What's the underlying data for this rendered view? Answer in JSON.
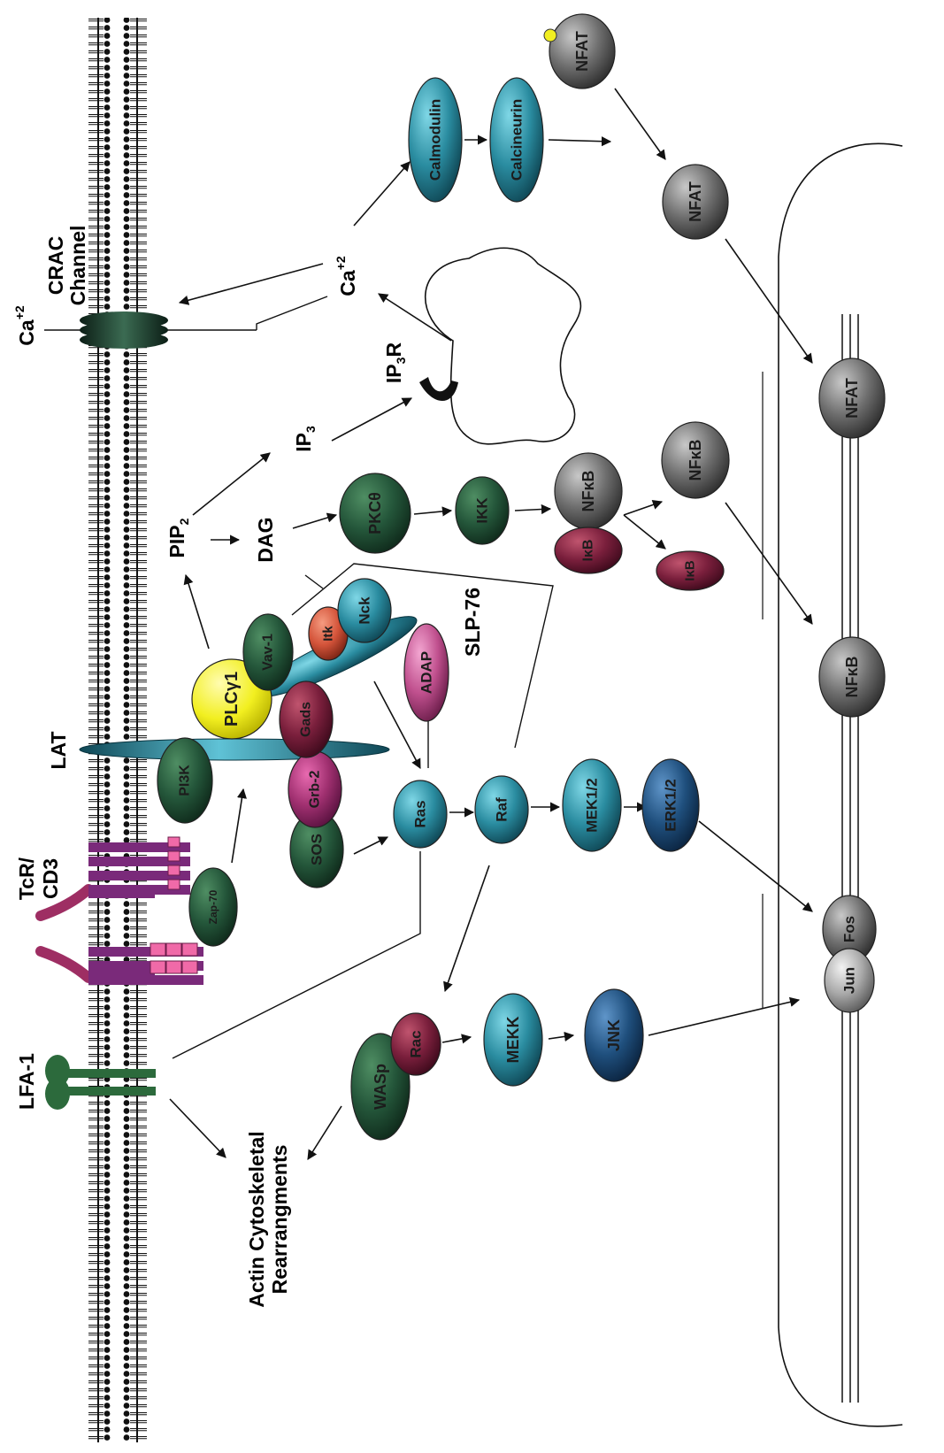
{
  "membrane_proteins": {
    "lfa1": "LFA-1",
    "tcr": "TcR/",
    "cd3": "CD3",
    "lat": "LAT",
    "ca_out": "Ca",
    "ca_out_sup": "+2",
    "crac_1": "CRAC",
    "crac_2": "Channel"
  },
  "labels": {
    "actin_1": "Actin Cytoskeletal",
    "actin_2": "Rearrangments",
    "slp76": "SLP-76",
    "pip2": "PIP",
    "pip2_sub": "2",
    "dag": "DAG",
    "ip3": "IP",
    "ip3_sub": "3",
    "ip3r": "IP",
    "ip3r_sub": "3",
    "ip3r_tail": "R",
    "ca_in": "Ca",
    "ca_in_sup": "+2"
  },
  "molecules": {
    "zap70": "Zap-70",
    "pi3k": "PI3K",
    "sos": "SOS",
    "grb2": "Grb-2",
    "gads": "Gads",
    "plcg1": "PLCγ1",
    "vav1": "Vav-1",
    "itk": "Itk",
    "nck": "Nck",
    "adap": "ADAP",
    "ras": "Ras",
    "raf": "Raf",
    "mek": "MEK1/2",
    "erk": "ERK1/2",
    "wasp": "WASp",
    "rac": "Rac",
    "mekk": "MEKK",
    "jnk": "JNK",
    "pkc": "PKCθ",
    "ikk": "IKK",
    "ikb_complex": "IκB",
    "nfkb_complex": "NFκB",
    "ikb_free": "IκB",
    "nfkb_free": "NFκB",
    "calmodulin": "Calmodulin",
    "calcineurin": "Calcineurin",
    "nfat_phos": "NFAT",
    "nfat_cyto": "NFAT",
    "nfat_nuc": "NFAT",
    "nfkb_nuc": "NFκB",
    "jun": "Jun",
    "fos": "Fos"
  },
  "colors": {
    "teal": "#2a8ca0",
    "dark_green": "#24563a",
    "magenta": "#a03070",
    "maroon": "#7a1f3c",
    "yellow": "#f2ef20",
    "gray": "#6e6e6e",
    "navy": "#1f4f7d",
    "purple": "#7a2a7a",
    "pink": "#f06aa8"
  }
}
